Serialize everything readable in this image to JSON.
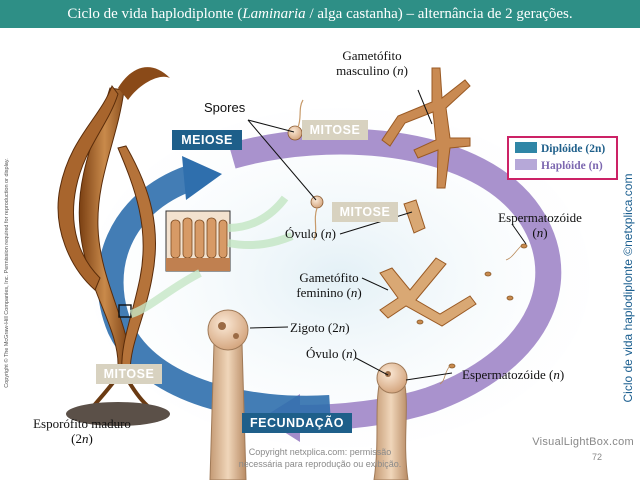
{
  "title": {
    "prefix": "Ciclo de vida haplodiplonte (",
    "italic": "Laminaria",
    "suffix": " / alga castanha) – alternância de 2 gerações."
  },
  "legend": {
    "diploid": "Diplóide (2n)",
    "haploid": "Haplóide (n)",
    "diploid_color": "#2f86a6",
    "haploid_color": "#b6a8d8"
  },
  "stages": {
    "meiose": "MEIOSE",
    "mitose_top": "MITOSE",
    "mitose_mid": "MITOSE",
    "mitose_bottom": "MITOSE",
    "fecundacao": "FECUNDAÇÃO"
  },
  "labels": {
    "spores": "Spores",
    "gametofito_masculino_1": "Gametófito",
    "gametofito_masculino_2": "masculino (",
    "gametofito_feminino_1": "Gametófito",
    "gametofito_feminino_2": "feminino (",
    "ovulo_top": "Óvulo (",
    "ovulo_bottom": "Óvulo (",
    "espermatozoide_right_1": "Espermatozóide",
    "espermatozoide_right_2": "(",
    "espermatozoide_bottom": "Espermatozóide (",
    "zigoto": "Zigoto (2",
    "esporofito_1": "Esporófito maduro",
    "esporofito_2": "(2",
    "n": "n",
    "close": ")"
  },
  "side_right": "Ciclo de vida haplodiplonte ©netxplica.com",
  "side_left": "Copyright © The McGraw-Hill Companies, Inc. Permission required for reproduction or display.",
  "watermark_1": "Copyright netxplica.com: permissão",
  "watermark_2": "necessária para reprodução ou exibição.",
  "page_number": "72",
  "corner_brand": "VisualLightBox.com",
  "colors": {
    "title_bar": "#2e8f86",
    "diploid_arrow": "#2f6fad",
    "haploid_arrow": "#9a7fc4",
    "tag_dark": "#1e5f8a",
    "tag_light": "#d8d2c0"
  }
}
